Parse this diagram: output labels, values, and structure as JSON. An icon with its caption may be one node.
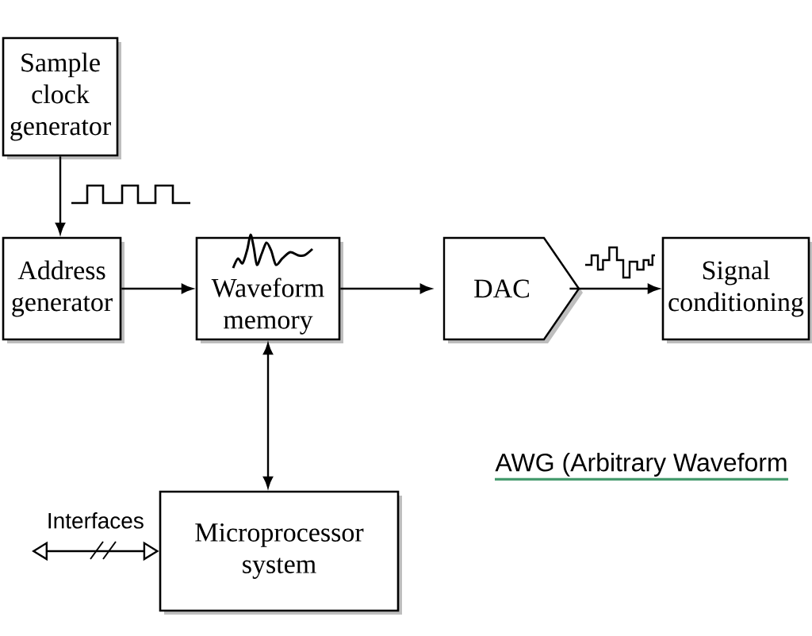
{
  "diagram": {
    "nodes": [
      {
        "text": [
          "Sample clock generator"
        ]
      },
      {
        "text": [
          "Address generator"
        ]
      },
      {
        "text": [
          "Waveform memory"
        ]
      },
      {
        "text": [
          "DAC"
        ]
      },
      {
        "text": [
          "Signal conditioning"
        ]
      },
      {
        "text": [
          "Microprocessor system"
        ]
      }
    ],
    "edges": [
      {
        "from": 0,
        "to": 1,
        "arrow": "to"
      },
      {
        "from": 1,
        "to": 2,
        "arrow": "to"
      },
      {
        "from": 2,
        "to": 3,
        "arrow": "to"
      },
      {
        "from": 3,
        "to": 4,
        "arrow": "to"
      },
      {
        "from": 2,
        "to": 5,
        "arrow": "both"
      },
      {
        "from": null,
        "to": 5,
        "arrow": "both",
        "label": "Interfaces"
      }
    ],
    "labels": [
      "AWG (Arbitrary Waveform"
    ]
  }
}
